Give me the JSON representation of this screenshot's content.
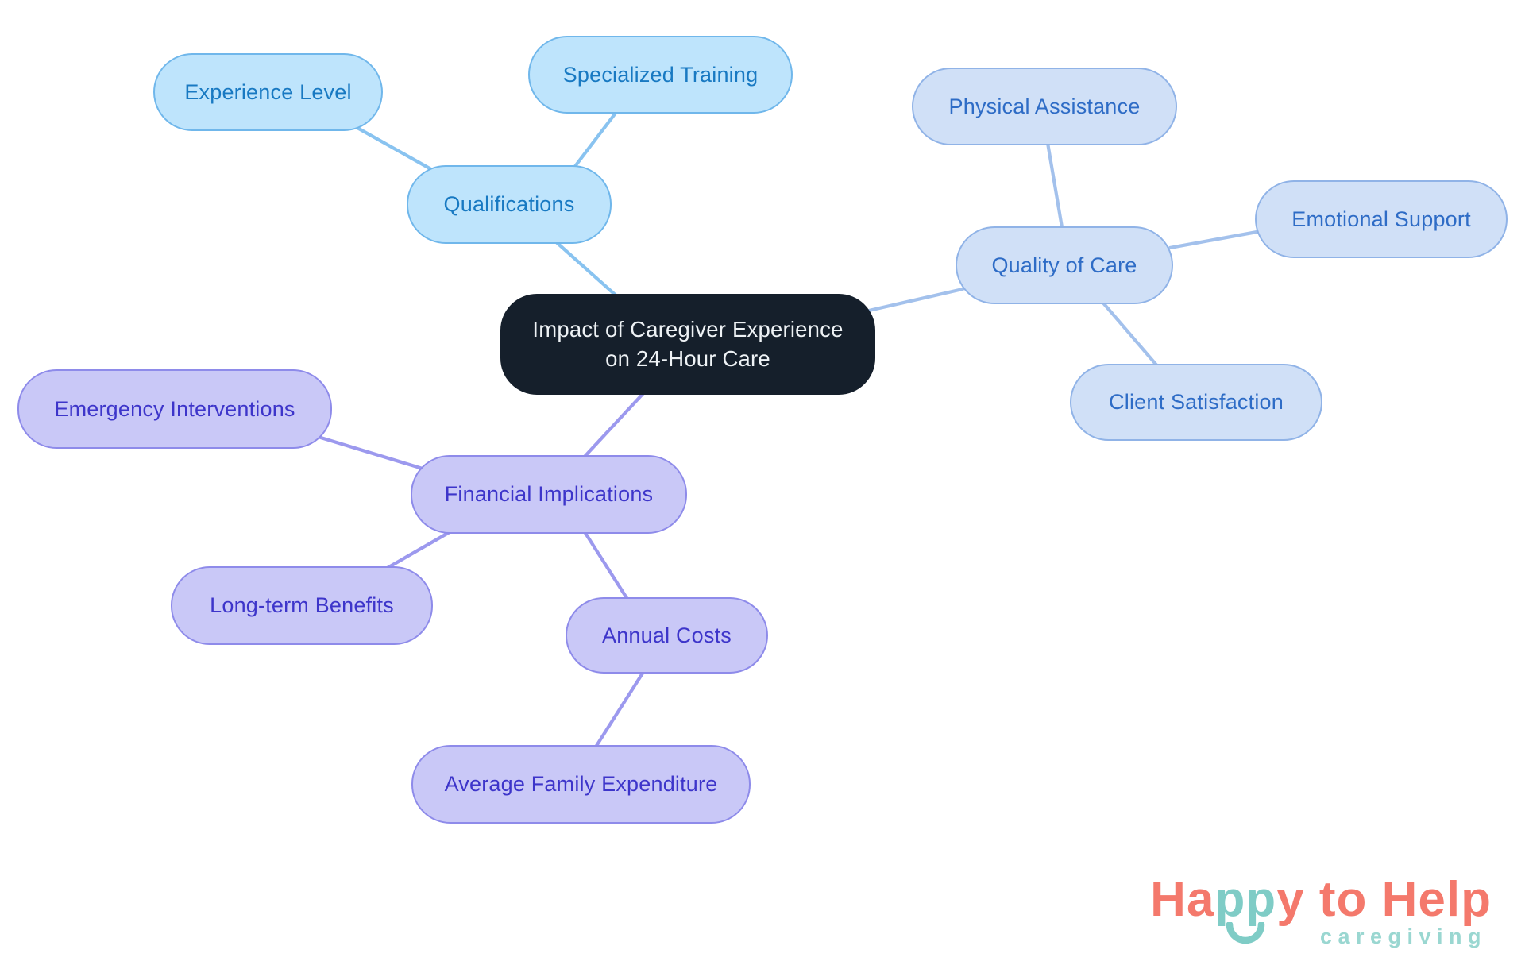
{
  "diagram_type": "mindmap",
  "hierarchy": {
    "root": "Impact of Caregiver Experience on 24-Hour Care",
    "children": [
      {
        "label": "Qualifications",
        "children": [
          {
            "label": "Experience Level"
          },
          {
            "label": "Specialized Training"
          }
        ]
      },
      {
        "label": "Quality of Care",
        "children": [
          {
            "label": "Physical Assistance"
          },
          {
            "label": "Emotional Support"
          },
          {
            "label": "Client Satisfaction"
          }
        ]
      },
      {
        "label": "Financial Implications",
        "children": [
          {
            "label": "Emergency Interventions"
          },
          {
            "label": "Long-term Benefits"
          },
          {
            "label": "Annual Costs",
            "children": [
              {
                "label": "Average Family Expenditure"
              }
            ]
          }
        ]
      }
    ]
  },
  "colors": {
    "background": "#ffffff",
    "central_fill": "#151f2b",
    "central_text": "#eef2f5",
    "sky_fill": "#bee4fc",
    "sky_border": "#70b7eb",
    "sky_text": "#1879c2",
    "sky_edge": "#89c3f0",
    "periwinkle_fill": "#d0e0f7",
    "periwinkle_border": "#90b3e7",
    "periwinkle_text": "#2e6cc6",
    "periwinkle_edge": "#a3c1ec",
    "lavender_fill": "#c9c8f7",
    "lavender_border": "#8e8bea",
    "lavender_text": "#3d35ca",
    "lavender_edge": "#9c99ee",
    "logo_coral": "#f4796c",
    "logo_teal": "#7fccc6",
    "logo_subtitle_teal": "#9ad7d1"
  },
  "logo": {
    "part1": "Ha",
    "part2": "pp",
    "part3": "y to Help",
    "subtitle": "caregiving"
  }
}
